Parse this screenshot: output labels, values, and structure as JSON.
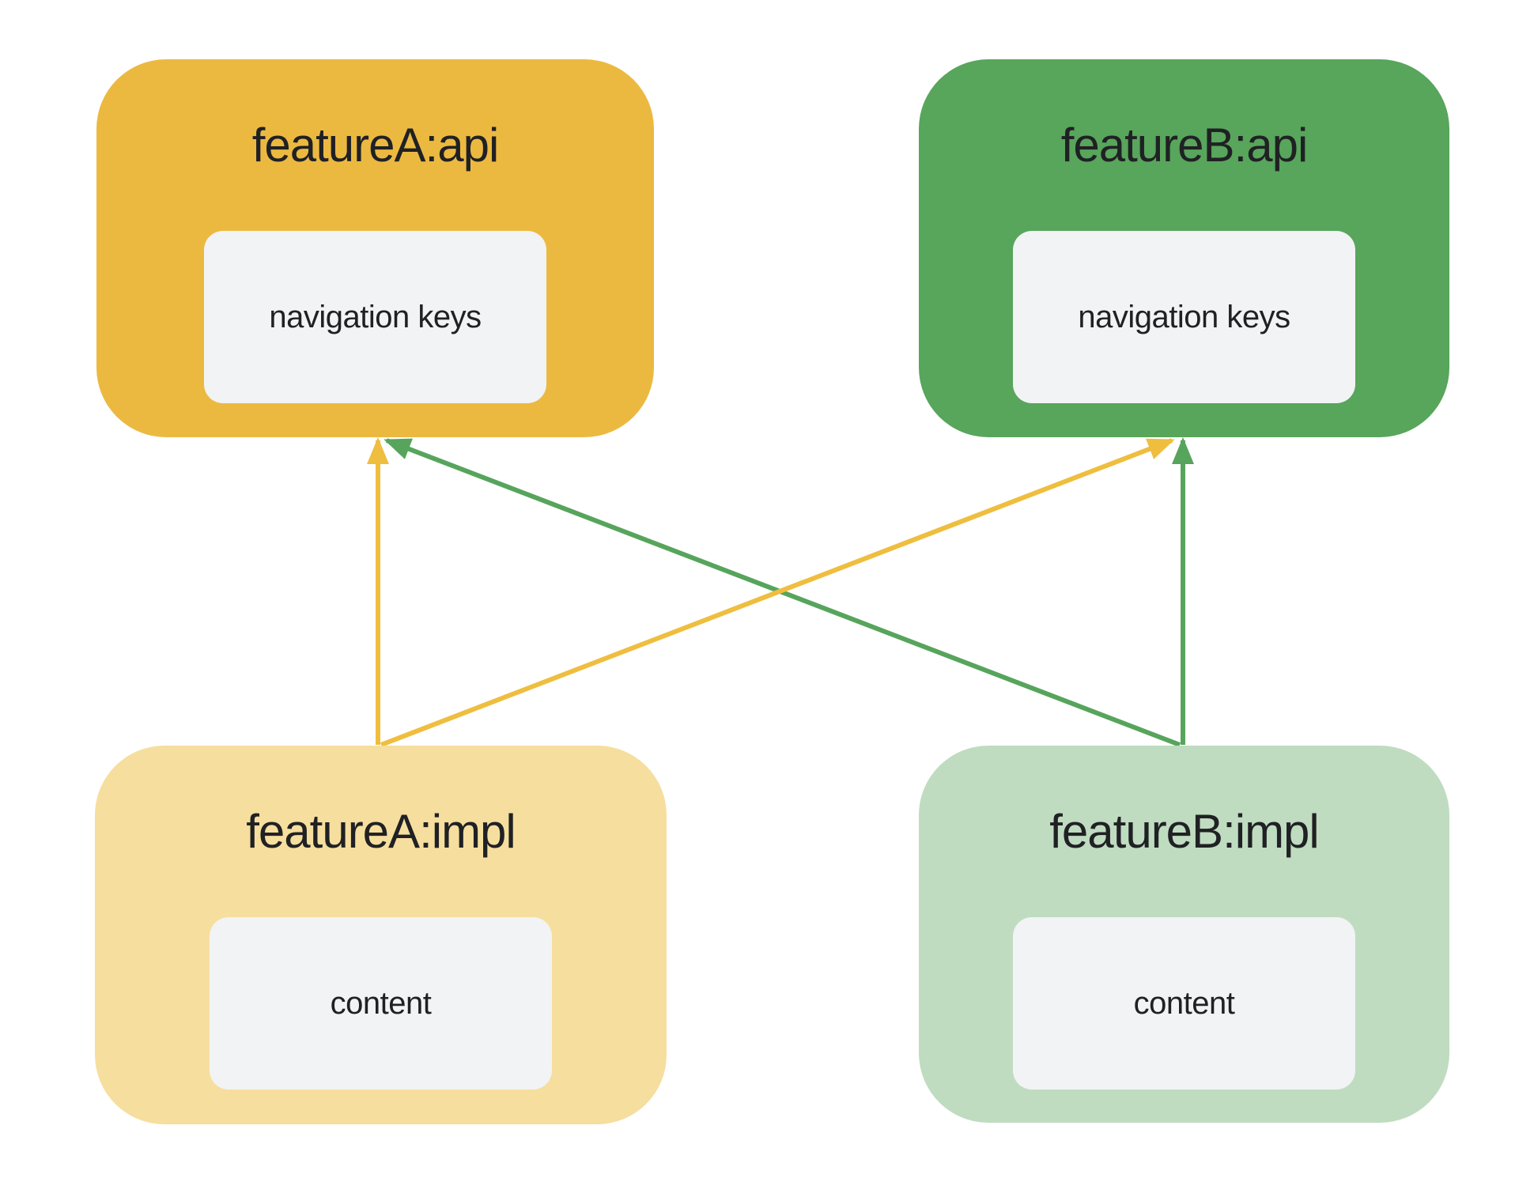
{
  "diagram": {
    "background_color": "#FFFFFF",
    "text_color": "#202124",
    "chip_background": "#F1F3F4",
    "nodes": [
      {
        "id": "featureA:api",
        "title": "featureA:api",
        "chip": "navigation keys",
        "color": "#ECB940"
      },
      {
        "id": "featureB:api",
        "title": "featureB:api",
        "chip": "navigation keys",
        "color": "#58A55C"
      },
      {
        "id": "featureA:impl",
        "title": "featureA:impl",
        "chip": "content",
        "color": "#F6DE9E"
      },
      {
        "id": "featureB:impl",
        "title": "featureB:impl",
        "chip": "content",
        "color": "#BFDCC0"
      }
    ],
    "edge_colors": {
      "yellow": "#EFBE3F",
      "green": "#57A45C"
    },
    "edges": [
      {
        "from": "featureA:impl",
        "to": "featureA:api",
        "color": "#EFBE3F",
        "style": "arrow"
      },
      {
        "from": "featureA:impl",
        "to": "featureB:api",
        "color": "#EFBE3F",
        "style": "arrow"
      },
      {
        "from": "featureB:impl",
        "to": "featureB:api",
        "color": "#57A45C",
        "style": "arrow"
      },
      {
        "from": "featureB:impl",
        "to": "featureA:api",
        "color": "#57A45C",
        "style": "arrow"
      }
    ]
  }
}
